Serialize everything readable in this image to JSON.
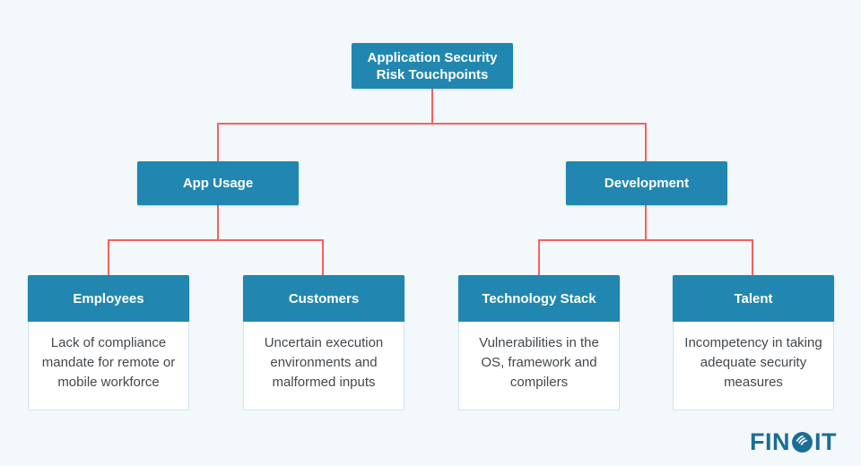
{
  "tree": {
    "root": {
      "label": "Application Security\nRisk Touchpoints"
    },
    "branches": [
      {
        "label": "App Usage"
      },
      {
        "label": "Development"
      }
    ],
    "leaves": [
      {
        "title": "Employees",
        "description": "Lack of compliance mandate for remote or mobile workforce"
      },
      {
        "title": "Customers",
        "description": "Uncertain execution environments and malformed inputs"
      },
      {
        "title": "Technology Stack",
        "description": "Vulnerabilities in the OS, framework and compilers"
      },
      {
        "title": "Talent",
        "description": "Incompetency in taking adequate security measures"
      }
    ]
  },
  "branding": {
    "logo_prefix": "FIN",
    "logo_suffix": "IT",
    "logo_name": "Finoit"
  },
  "colors": {
    "node_fill": "#2187b0",
    "node_text": "#ffffff",
    "connector": "#f7605f",
    "background": "#f3f8fb",
    "card_border": "#d3e4ee",
    "body_text": "#43484d",
    "logo": "#1b6d94"
  }
}
